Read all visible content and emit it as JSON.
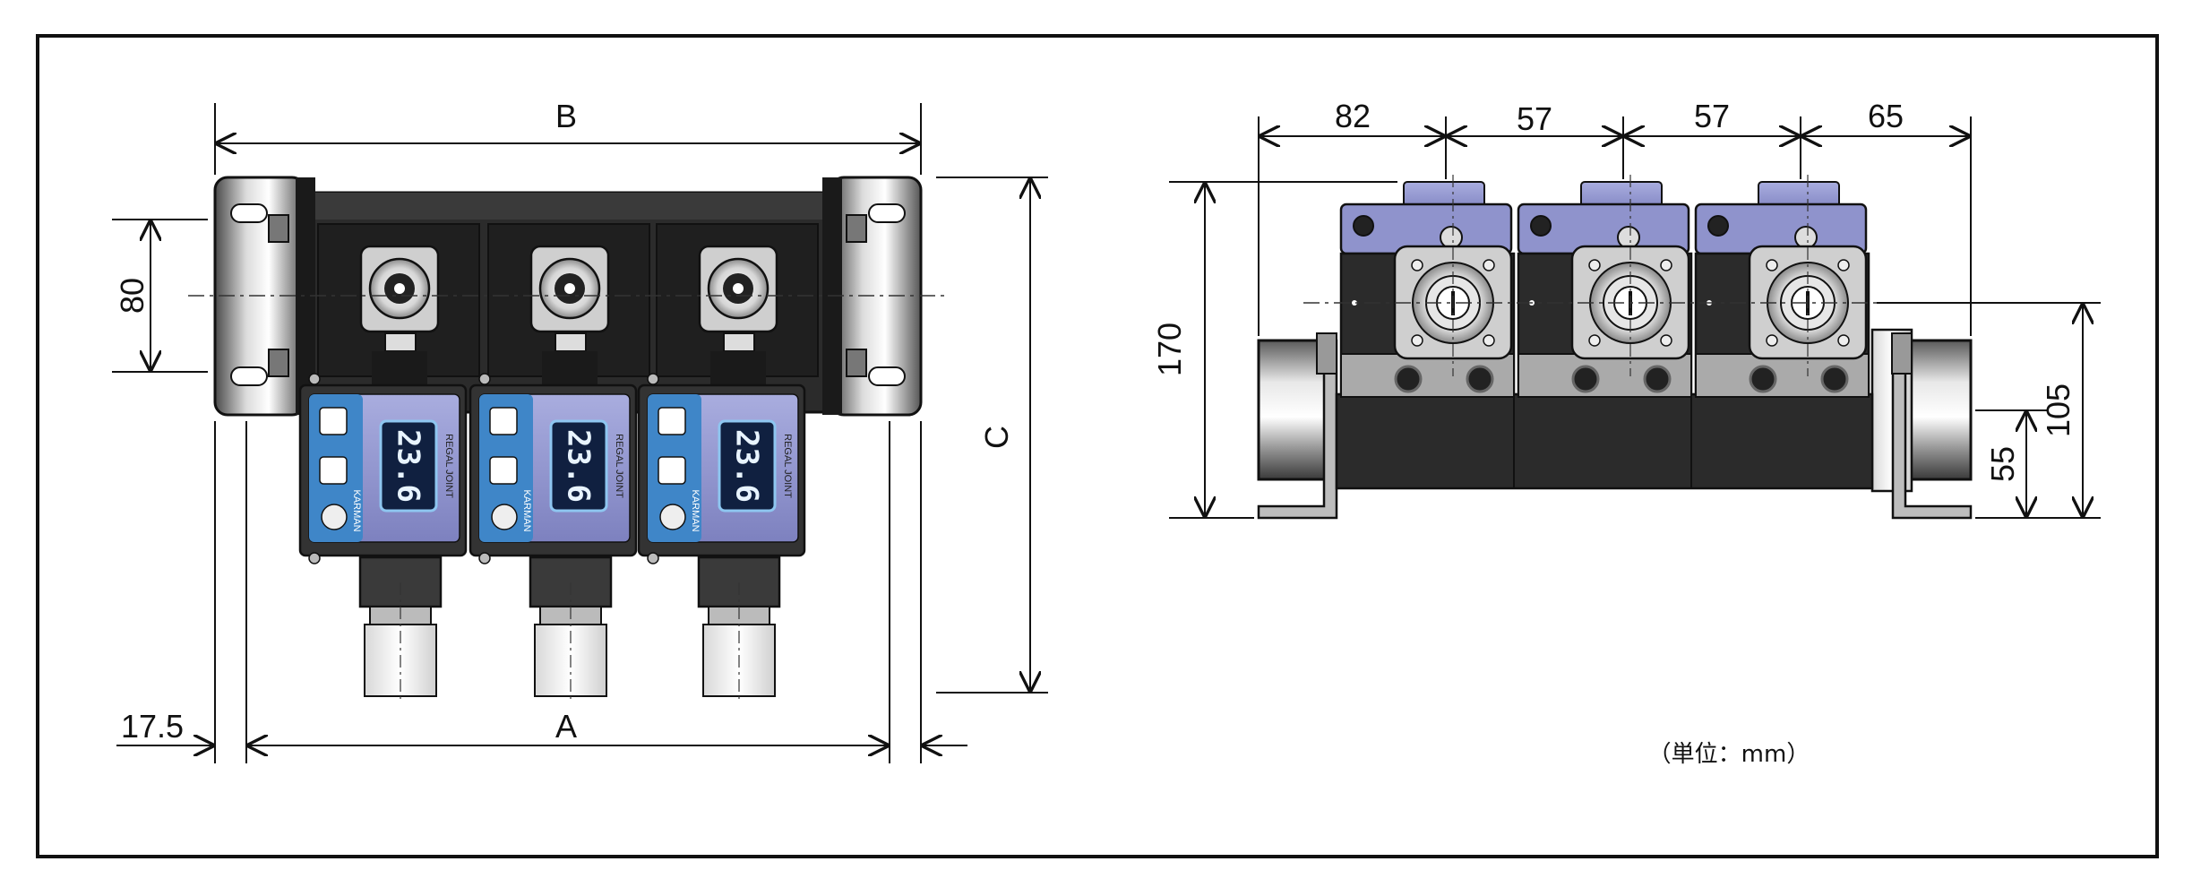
{
  "dimensions": {
    "front_view": {
      "overall_width": "B",
      "mount_pitch": "A",
      "height": "C",
      "bracket_height": "80",
      "edge_offset": "17.5"
    },
    "side_view": {
      "pitches": [
        "82",
        "57",
        "57",
        "65"
      ],
      "overall_height": "170",
      "pipe_center_height": "105",
      "bracket_height": "55"
    }
  },
  "unit_note": "（単位：mm）",
  "controller": {
    "display_value": "23.6",
    "brand": "KARMAN",
    "model_label": "REGAL JOINT",
    "unit_count": 3
  },
  "colors": {
    "body": "#2b2b2b",
    "controller_blue": "#3f86c8",
    "valve_lavender": "#8f93cc",
    "display_bg": "#102040",
    "display_digits": "#e8f4ff",
    "pipe_metal": "#9a9a9a",
    "dimension_line": "#111111"
  }
}
